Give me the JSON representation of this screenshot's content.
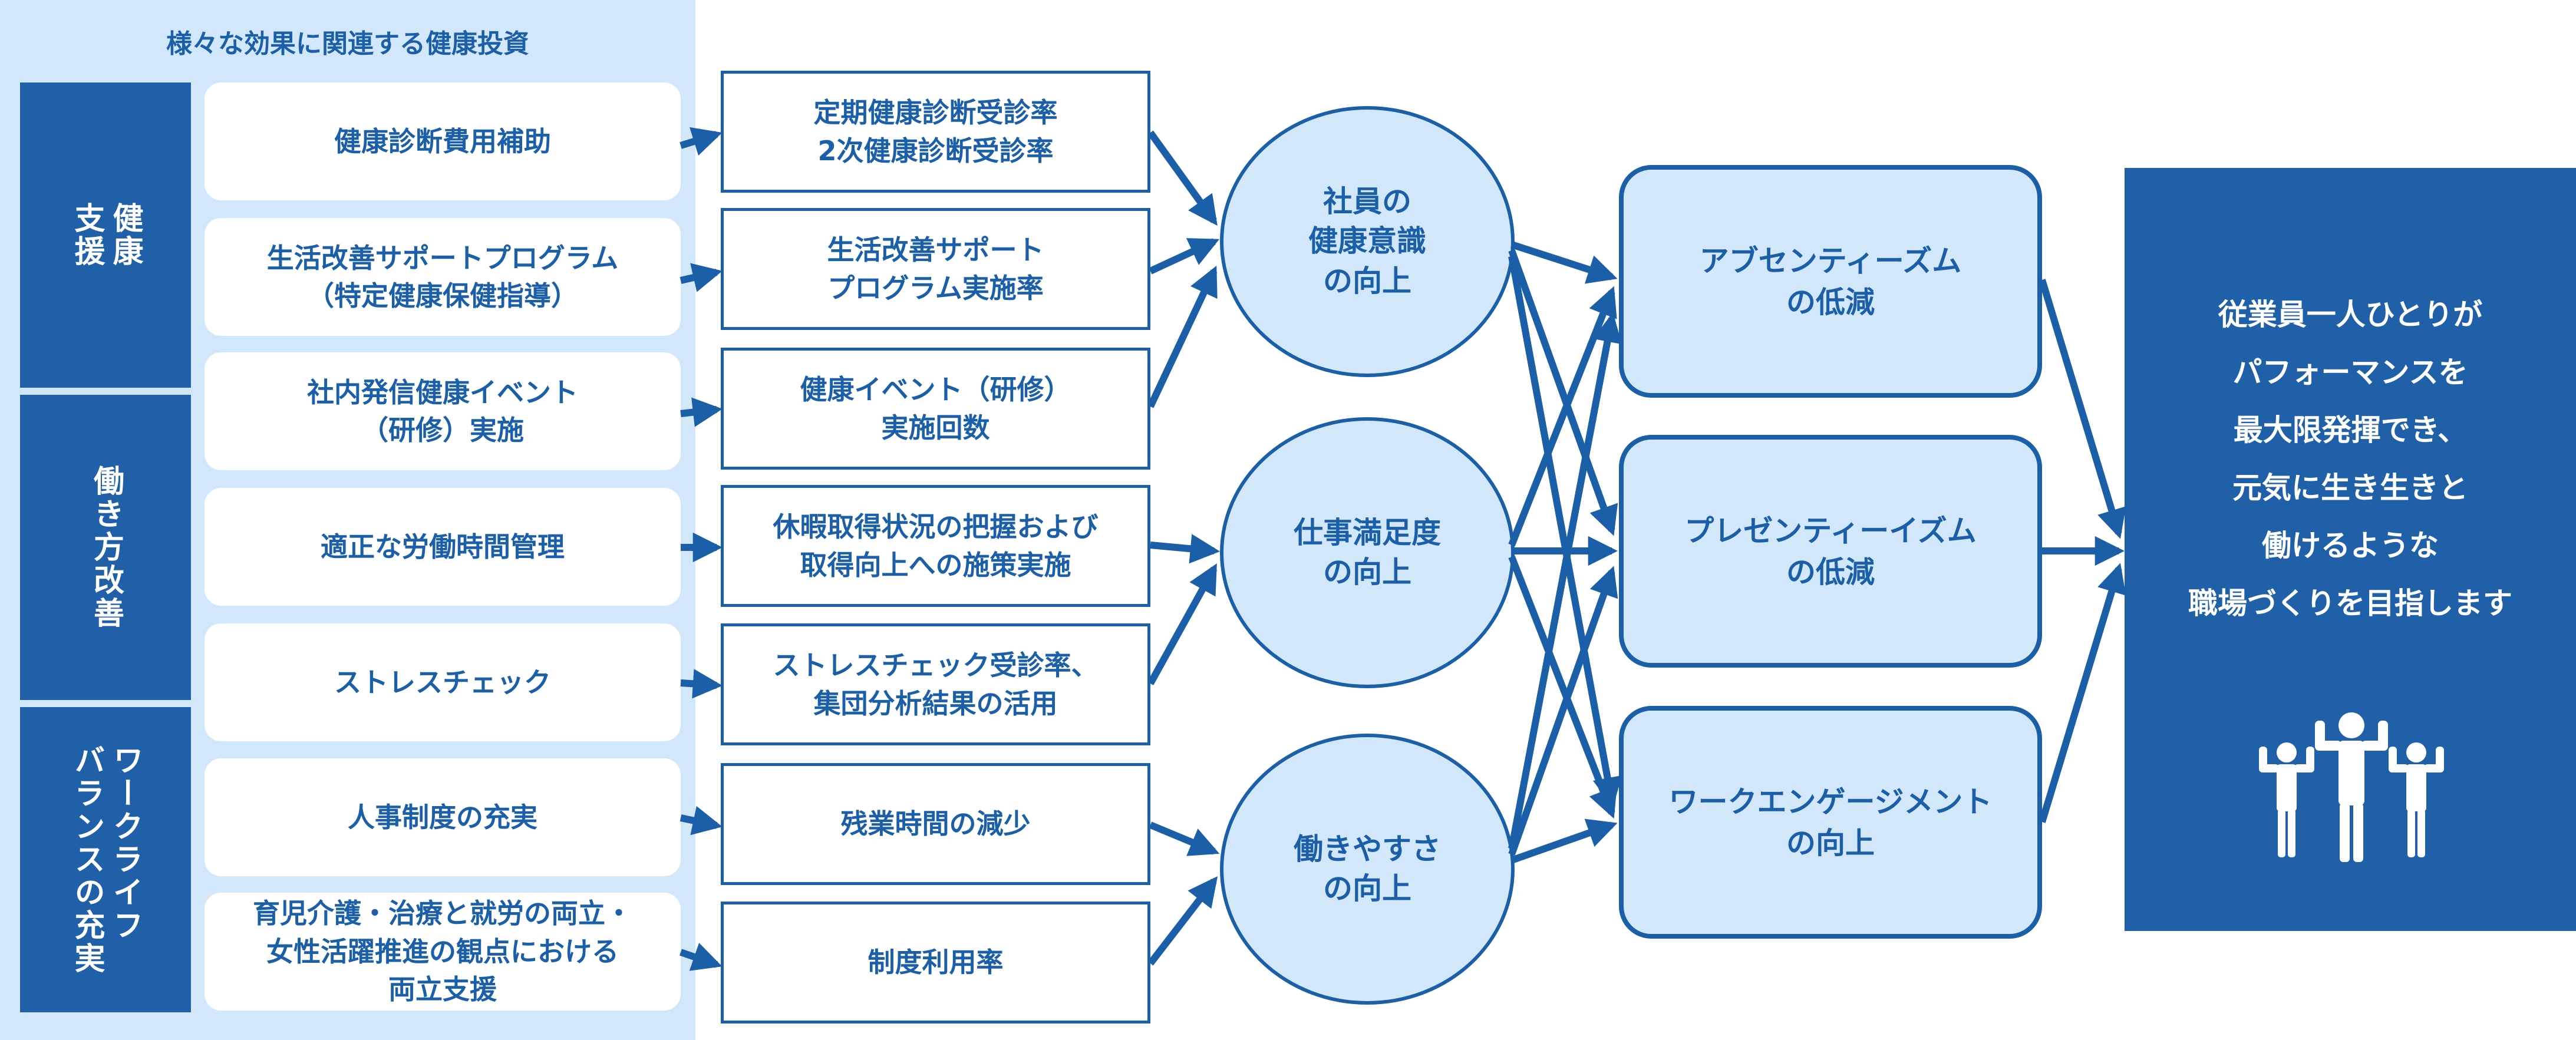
{
  "left_panel": {
    "title": "様々な効果に関連する健康投資",
    "categories": [
      {
        "label": "健康\n支援"
      },
      {
        "label": "働き方改善"
      },
      {
        "label": "ワークライフ\nバランスの充実"
      }
    ],
    "items": [
      "健康診断費用補助",
      "生活改善サポートプログラム\n（特定健康保健指導）",
      "社内発信健康イベント\n（研修）実施",
      "適正な労働時間管理",
      "ストレスチェック",
      "人事制度の充実",
      "育児介護・治療と就労の両立・\n女性活躍推進の観点における\n両立支援"
    ]
  },
  "indicators": [
    "定期健康診断受診率\n2次健康診断受診率",
    "生活改善サポート\nプログラム実施率",
    "健康イベント（研修）\n実施回数",
    "休暇取得状況の把握および\n取得向上への施策実施",
    "ストレスチェック受診率、\n集団分析結果の活用",
    "残業時間の減少",
    "制度利用率"
  ],
  "intermediate": [
    "社員の\n健康意識\nの向上",
    "仕事満足度\nの向上",
    "働きやすさ\nの向上"
  ],
  "outcomes": [
    "アブセンティーズム\nの低減",
    "プレゼンティーイズム\nの低減",
    "ワークエンゲージメント\nの向上"
  ],
  "goal": {
    "text": "従業員一人ひとりが\nパフォーマンスを\n最大限発揮でき、\n元気に生き生きと\n働けるような\n職場づくりを目指します",
    "icon": "people-flexing-icon"
  },
  "colors": {
    "primary": "#1f60a8",
    "text": "#1a5fa8",
    "light": "#d3e7fb"
  }
}
